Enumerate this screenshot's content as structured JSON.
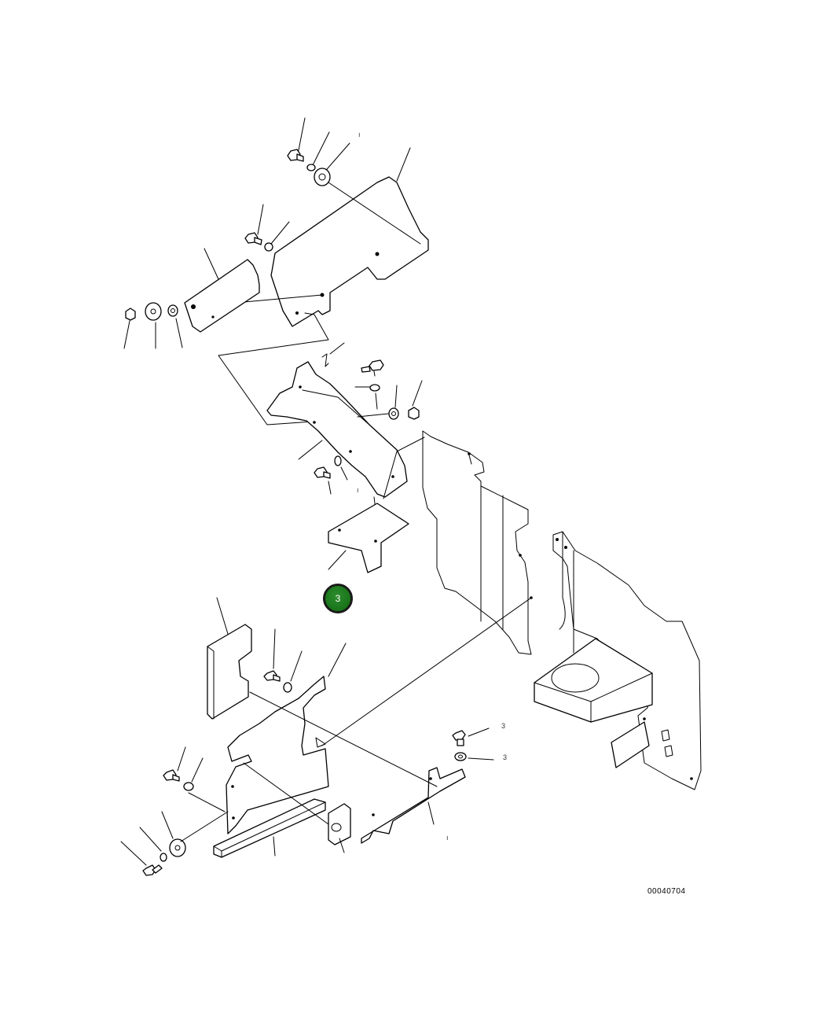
{
  "callout": {
    "label": "3",
    "color": "#1e7d1e"
  },
  "drawing_number": "00040704",
  "small_marks": {
    "top_tick": "ı",
    "bracket_tick": "ı",
    "right_tick": "ı",
    "bolt_ref": "3",
    "washer_ref": "3"
  }
}
